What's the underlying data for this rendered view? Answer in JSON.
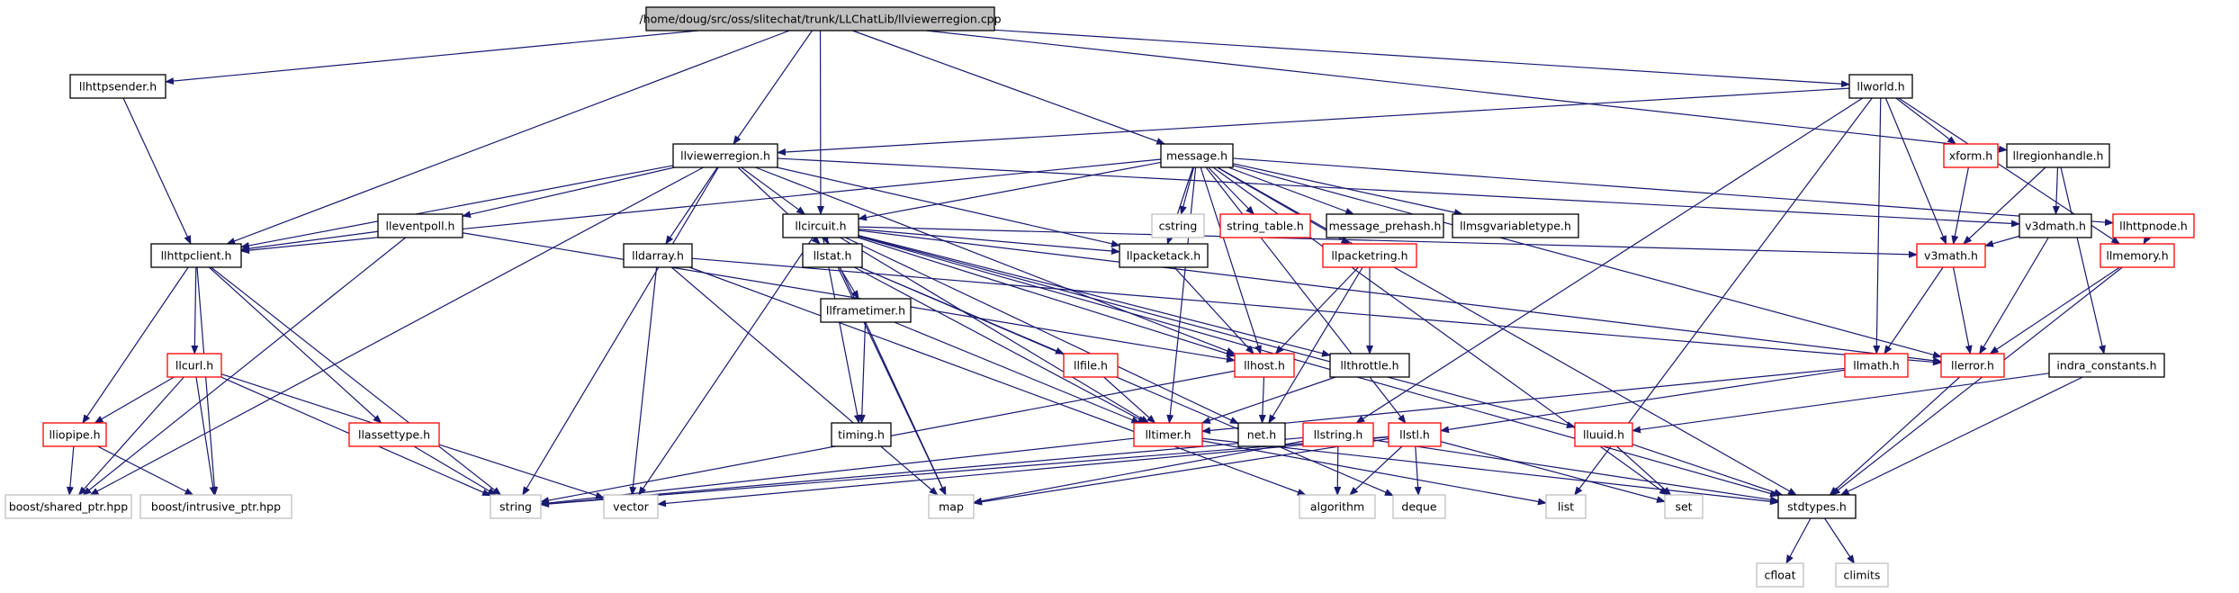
{
  "colors": {
    "edge": "#191970",
    "root_fill": "#bfbfbf",
    "normal_border": "#000000",
    "truncated_border": "#ff0000",
    "external_border": "#bfbfbf",
    "external_text": "#000000"
  },
  "nodes": [
    {
      "id": "root",
      "label": "/home/doug/src/oss/slitechat/trunk/LLChatLib/llviewerregion.cpp",
      "kind": "root"
    },
    {
      "id": "llhttpsender",
      "label": "llhttpsender.h",
      "kind": "normal"
    },
    {
      "id": "llworld",
      "label": "llworld.h",
      "kind": "normal"
    },
    {
      "id": "llviewerregion",
      "label": "llviewerregion.h",
      "kind": "normal"
    },
    {
      "id": "message",
      "label": "message.h",
      "kind": "normal"
    },
    {
      "id": "xform",
      "label": "xform.h",
      "kind": "truncated"
    },
    {
      "id": "llregionhandle",
      "label": "llregionhandle.h",
      "kind": "normal"
    },
    {
      "id": "cstring",
      "label": "cstring",
      "kind": "external"
    },
    {
      "id": "string_table",
      "label": "string_table.h",
      "kind": "truncated"
    },
    {
      "id": "message_prehash",
      "label": "message_prehash.h",
      "kind": "normal"
    },
    {
      "id": "llmsgvariabletype",
      "label": "llmsgvariabletype.h",
      "kind": "normal"
    },
    {
      "id": "v3dmath",
      "label": "v3dmath.h",
      "kind": "normal"
    },
    {
      "id": "llhttpnode",
      "label": "llhttpnode.h",
      "kind": "truncated"
    },
    {
      "id": "lleventpoll",
      "label": "lleventpoll.h",
      "kind": "normal"
    },
    {
      "id": "llcircuit",
      "label": "llcircuit.h",
      "kind": "normal"
    },
    {
      "id": "llhttpclient",
      "label": "llhttpclient.h",
      "kind": "normal"
    },
    {
      "id": "lldarray",
      "label": "lldarray.h",
      "kind": "normal"
    },
    {
      "id": "llstat",
      "label": "llstat.h",
      "kind": "normal"
    },
    {
      "id": "llpacketack",
      "label": "llpacketack.h",
      "kind": "normal"
    },
    {
      "id": "llpacketring",
      "label": "llpacketring.h",
      "kind": "truncated"
    },
    {
      "id": "v3math",
      "label": "v3math.h",
      "kind": "truncated"
    },
    {
      "id": "llmemory",
      "label": "llmemory.h",
      "kind": "truncated"
    },
    {
      "id": "llcurl",
      "label": "llcurl.h",
      "kind": "truncated"
    },
    {
      "id": "llframetimer",
      "label": "llframetimer.h",
      "kind": "normal"
    },
    {
      "id": "llfile",
      "label": "llfile.h",
      "kind": "truncated"
    },
    {
      "id": "llhost",
      "label": "llhost.h",
      "kind": "truncated"
    },
    {
      "id": "llthrottle",
      "label": "llthrottle.h",
      "kind": "normal"
    },
    {
      "id": "llmath",
      "label": "llmath.h",
      "kind": "truncated"
    },
    {
      "id": "llerror",
      "label": "llerror.h",
      "kind": "truncated"
    },
    {
      "id": "indra_constants",
      "label": "indra_constants.h",
      "kind": "normal"
    },
    {
      "id": "lliopipe",
      "label": "lliopipe.h",
      "kind": "truncated"
    },
    {
      "id": "llassettype",
      "label": "llassettype.h",
      "kind": "truncated"
    },
    {
      "id": "timing",
      "label": "timing.h",
      "kind": "normal"
    },
    {
      "id": "lltimer",
      "label": "lltimer.h",
      "kind": "truncated"
    },
    {
      "id": "net",
      "label": "net.h",
      "kind": "normal"
    },
    {
      "id": "llstring",
      "label": "llstring.h",
      "kind": "truncated"
    },
    {
      "id": "llstl",
      "label": "llstl.h",
      "kind": "truncated"
    },
    {
      "id": "lluuid",
      "label": "lluuid.h",
      "kind": "truncated"
    },
    {
      "id": "boost_shared_ptr",
      "label": "boost/shared_ptr.hpp",
      "kind": "external"
    },
    {
      "id": "boost_intrusive_ptr",
      "label": "boost/intrusive_ptr.hpp",
      "kind": "external"
    },
    {
      "id": "string",
      "label": "string",
      "kind": "external"
    },
    {
      "id": "vector",
      "label": "vector",
      "kind": "external"
    },
    {
      "id": "map",
      "label": "map",
      "kind": "external"
    },
    {
      "id": "algorithm",
      "label": "algorithm",
      "kind": "external"
    },
    {
      "id": "deque",
      "label": "deque",
      "kind": "external"
    },
    {
      "id": "list",
      "label": "list",
      "kind": "external"
    },
    {
      "id": "set",
      "label": "set",
      "kind": "external"
    },
    {
      "id": "stdtypes",
      "label": "stdtypes.h",
      "kind": "normal"
    },
    {
      "id": "cfloat",
      "label": "cfloat",
      "kind": "external"
    },
    {
      "id": "climits",
      "label": "climits",
      "kind": "external"
    }
  ],
  "edges": [
    [
      "root",
      "llhttpsender"
    ],
    [
      "root",
      "llworld"
    ],
    [
      "root",
      "llviewerregion"
    ],
    [
      "root",
      "message"
    ],
    [
      "root",
      "llregionhandle"
    ],
    [
      "root",
      "llcircuit"
    ],
    [
      "root",
      "llhttpclient"
    ],
    [
      "llhttpsender",
      "llhttpclient"
    ],
    [
      "llworld",
      "llviewerregion"
    ],
    [
      "llworld",
      "xform"
    ],
    [
      "llworld",
      "v3math"
    ],
    [
      "llworld",
      "llmath"
    ],
    [
      "llworld",
      "llmemory"
    ],
    [
      "llworld",
      "llstring"
    ],
    [
      "llworld",
      "list"
    ],
    [
      "llviewerregion",
      "lleventpoll"
    ],
    [
      "llviewerregion",
      "llcircuit"
    ],
    [
      "llviewerregion",
      "llhttpclient"
    ],
    [
      "llviewerregion",
      "lldarray"
    ],
    [
      "llviewerregion",
      "llstat"
    ],
    [
      "llviewerregion",
      "llhost"
    ],
    [
      "llviewerregion",
      "v3dmath"
    ],
    [
      "llviewerregion",
      "llpacketack"
    ],
    [
      "llviewerregion",
      "string"
    ],
    [
      "llviewerregion",
      "boost_shared_ptr"
    ],
    [
      "message",
      "cstring"
    ],
    [
      "message",
      "string_table"
    ],
    [
      "message",
      "message_prehash"
    ],
    [
      "message",
      "llmsgvariabletype"
    ],
    [
      "message",
      "llhttpnode"
    ],
    [
      "message",
      "llcircuit"
    ],
    [
      "message",
      "llpacketack"
    ],
    [
      "message",
      "llpacketring"
    ],
    [
      "message",
      "llhost"
    ],
    [
      "message",
      "lltimer"
    ],
    [
      "message",
      "llerror"
    ],
    [
      "message",
      "llstl"
    ],
    [
      "message",
      "set"
    ],
    [
      "message",
      "llhttpclient"
    ],
    [
      "message",
      "stdtypes"
    ],
    [
      "xform",
      "v3math"
    ],
    [
      "llregionhandle",
      "v3dmath"
    ],
    [
      "llregionhandle",
      "v3math"
    ],
    [
      "llregionhandle",
      "indra_constants"
    ],
    [
      "v3dmath",
      "v3math"
    ],
    [
      "v3dmath",
      "llerror"
    ],
    [
      "llhttpnode",
      "llmemory"
    ],
    [
      "lleventpoll",
      "llhttpclient"
    ],
    [
      "lleventpoll",
      "llhost"
    ],
    [
      "lleventpoll",
      "boost_shared_ptr"
    ],
    [
      "llcircuit",
      "llstat"
    ],
    [
      "llcircuit",
      "llpacketack"
    ],
    [
      "llcircuit",
      "llhost"
    ],
    [
      "llcircuit",
      "llthrottle"
    ],
    [
      "llcircuit",
      "lltimer"
    ],
    [
      "llcircuit",
      "timing"
    ],
    [
      "llcircuit",
      "map"
    ],
    [
      "llcircuit",
      "vector"
    ],
    [
      "llcircuit",
      "llerror"
    ],
    [
      "llcircuit",
      "lluuid"
    ],
    [
      "llcircuit",
      "net"
    ],
    [
      "llcircuit",
      "v3math"
    ],
    [
      "llcircuit",
      "stdtypes"
    ],
    [
      "llhttpclient",
      "llcurl"
    ],
    [
      "llhttpclient",
      "lliopipe"
    ],
    [
      "llhttpclient",
      "llassettype"
    ],
    [
      "llhttpclient",
      "boost_intrusive_ptr"
    ],
    [
      "llhttpclient",
      "string"
    ],
    [
      "lldarray",
      "llerror"
    ],
    [
      "lldarray",
      "vector"
    ],
    [
      "lldarray",
      "map"
    ],
    [
      "lldarray",
      "algorithm"
    ],
    [
      "llstat",
      "llframetimer"
    ],
    [
      "llstat",
      "llfile"
    ],
    [
      "llstat",
      "lltimer"
    ],
    [
      "llstat",
      "map"
    ],
    [
      "llstat",
      "deque"
    ],
    [
      "llpacketack",
      "llhost"
    ],
    [
      "llpacketring",
      "llhost"
    ],
    [
      "llpacketring",
      "llthrottle"
    ],
    [
      "llpacketring",
      "net"
    ],
    [
      "v3math",
      "llerror"
    ],
    [
      "v3math",
      "llmath"
    ],
    [
      "llmemory",
      "llerror"
    ],
    [
      "llmemory",
      "stdtypes"
    ],
    [
      "llcurl",
      "lliopipe"
    ],
    [
      "llcurl",
      "boost_shared_ptr"
    ],
    [
      "llcurl",
      "boost_intrusive_ptr"
    ],
    [
      "llcurl",
      "vector"
    ],
    [
      "llcurl",
      "string"
    ],
    [
      "llframetimer",
      "lltimer"
    ],
    [
      "llframetimer",
      "timing"
    ],
    [
      "llfile",
      "lltimer"
    ],
    [
      "llhost",
      "net"
    ],
    [
      "llhost",
      "string"
    ],
    [
      "llthrottle",
      "lltimer"
    ],
    [
      "llmath",
      "llstl"
    ],
    [
      "llmath",
      "lltimer"
    ],
    [
      "llerror",
      "stdtypes"
    ],
    [
      "indra_constants",
      "stdtypes"
    ],
    [
      "indra_constants",
      "lluuid"
    ],
    [
      "lliopipe",
      "boost_shared_ptr"
    ],
    [
      "lliopipe",
      "boost_intrusive_ptr"
    ],
    [
      "llassettype",
      "string"
    ],
    [
      "lltimer",
      "stdtypes"
    ],
    [
      "lltimer",
      "string"
    ],
    [
      "lltimer",
      "list"
    ],
    [
      "llstring",
      "string"
    ],
    [
      "llstring",
      "algorithm"
    ],
    [
      "llstring",
      "map"
    ],
    [
      "llstring",
      "stdtypes"
    ],
    [
      "llstl",
      "map"
    ],
    [
      "llstl",
      "algorithm"
    ],
    [
      "llstl",
      "deque"
    ],
    [
      "llstl",
      "set"
    ],
    [
      "llstl",
      "vector"
    ],
    [
      "llstl",
      "string"
    ],
    [
      "lluuid",
      "set"
    ],
    [
      "lluuid",
      "stdtypes"
    ],
    [
      "stdtypes",
      "cfloat"
    ],
    [
      "stdtypes",
      "climits"
    ]
  ]
}
